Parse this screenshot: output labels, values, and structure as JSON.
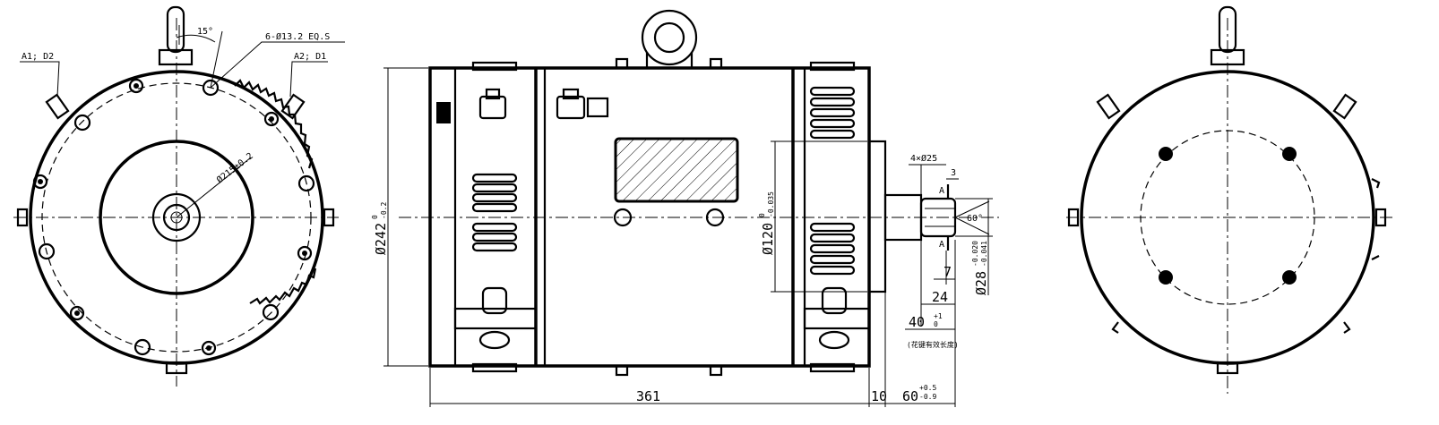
{
  "left_view": {
    "angle_label": "15°",
    "holes_label": "6-Ø13.2 EQ.S",
    "terminal_left_label": "A1; D2",
    "terminal_right_label": "A2; D1",
    "pitch_circle_label": "Ø215±0.2"
  },
  "side_view": {
    "overall_diameter_label": "Ø242",
    "overall_diameter_tol_upper": "0",
    "overall_diameter_tol_lower": "-0.2",
    "spigot_diameter_label": "Ø120",
    "spigot_diameter_tol_upper": "0",
    "spigot_diameter_tol_lower": "-0.035",
    "key_label": "4×Ø25",
    "dim_3": "3",
    "section_mark": "A",
    "angle_60": "60°",
    "shaft_diameter_label": "Ø28",
    "shaft_tol_upper": "-0.020",
    "shaft_tol_lower": "-0.041",
    "dim_7": "7",
    "dim_24": "24",
    "dim_40": "40",
    "dim_40_tol_upper": "+1",
    "dim_40_tol_lower": "0",
    "note": "(花键有效长度)",
    "length_label": "361",
    "dim_10": "10",
    "dim_60": "60",
    "dim_60_tol_upper": "+0.5",
    "dim_60_tol_lower": "-0.9"
  }
}
